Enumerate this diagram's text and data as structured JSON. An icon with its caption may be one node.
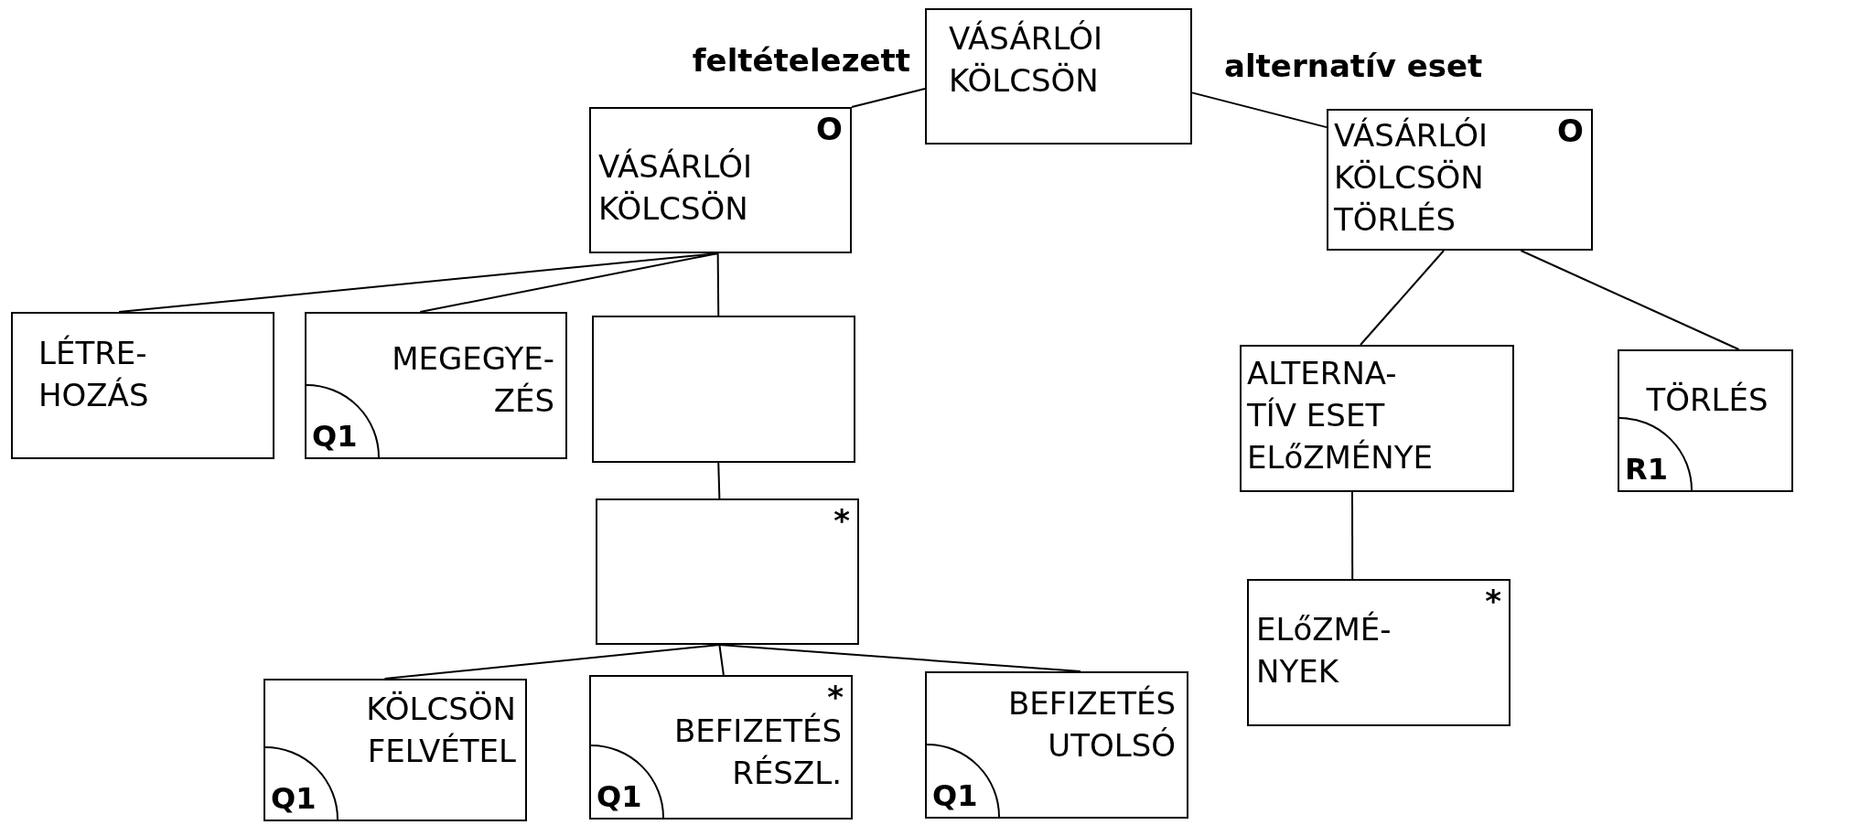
{
  "diagram": {
    "nodes": [
      {
        "text": [
          "VÁSÁRLÓI KÖLCSÖN"
        ]
      },
      {
        "text": [
          "VÁSÁRLÓI KÖLCSÖN",
          "O"
        ]
      },
      {
        "text": [
          "VÁSÁRLÓI KÖLCSÖN TÖRLÉS",
          "O"
        ]
      },
      {
        "text": [
          "LÉTRE- HOZÁS"
        ]
      },
      {
        "text": [
          "MEGEGYE- ZÉS",
          "Q1"
        ]
      },
      {
        "text": [],
        "shape": "box"
      },
      {
        "text": [
          "*"
        ]
      },
      {
        "text": [
          "KÖLCSÖN FELVÉTEL",
          "Q1"
        ]
      },
      {
        "text": [
          "*",
          "BEFIZETÉS RÉSZL.",
          "Q1"
        ]
      },
      {
        "text": [
          "BEFIZETÉS UTOLSÓ",
          "Q1"
        ]
      },
      {
        "text": [
          "ALTERNA- TÍV ESET ELőZMÉNYE"
        ]
      },
      {
        "text": [
          "TÖRLÉS",
          "R1"
        ]
      },
      {
        "text": [
          "ELőZMÉ- NYEK",
          "*"
        ]
      }
    ],
    "edges": [
      {
        "from": 0,
        "to": 1,
        "arrow": "none"
      },
      {
        "from": 0,
        "to": 2,
        "arrow": "none"
      },
      {
        "from": 1,
        "to": 3,
        "arrow": "none"
      },
      {
        "from": 1,
        "to": 4,
        "arrow": "none"
      },
      {
        "from": 1,
        "to": 5,
        "arrow": "none"
      },
      {
        "from": 5,
        "to": 6,
        "arrow": "none"
      },
      {
        "from": 6,
        "to": 7,
        "arrow": "none"
      },
      {
        "from": 6,
        "to": 8,
        "arrow": "none"
      },
      {
        "from": 6,
        "to": 9,
        "arrow": "none"
      },
      {
        "from": 2,
        "to": 10,
        "arrow": "none"
      },
      {
        "from": 2,
        "to": 11,
        "arrow": "none"
      },
      {
        "from": 10,
        "to": 12,
        "arrow": "none"
      }
    ],
    "labels": [
      "feltételezett",
      "alternatív eset"
    ]
  }
}
